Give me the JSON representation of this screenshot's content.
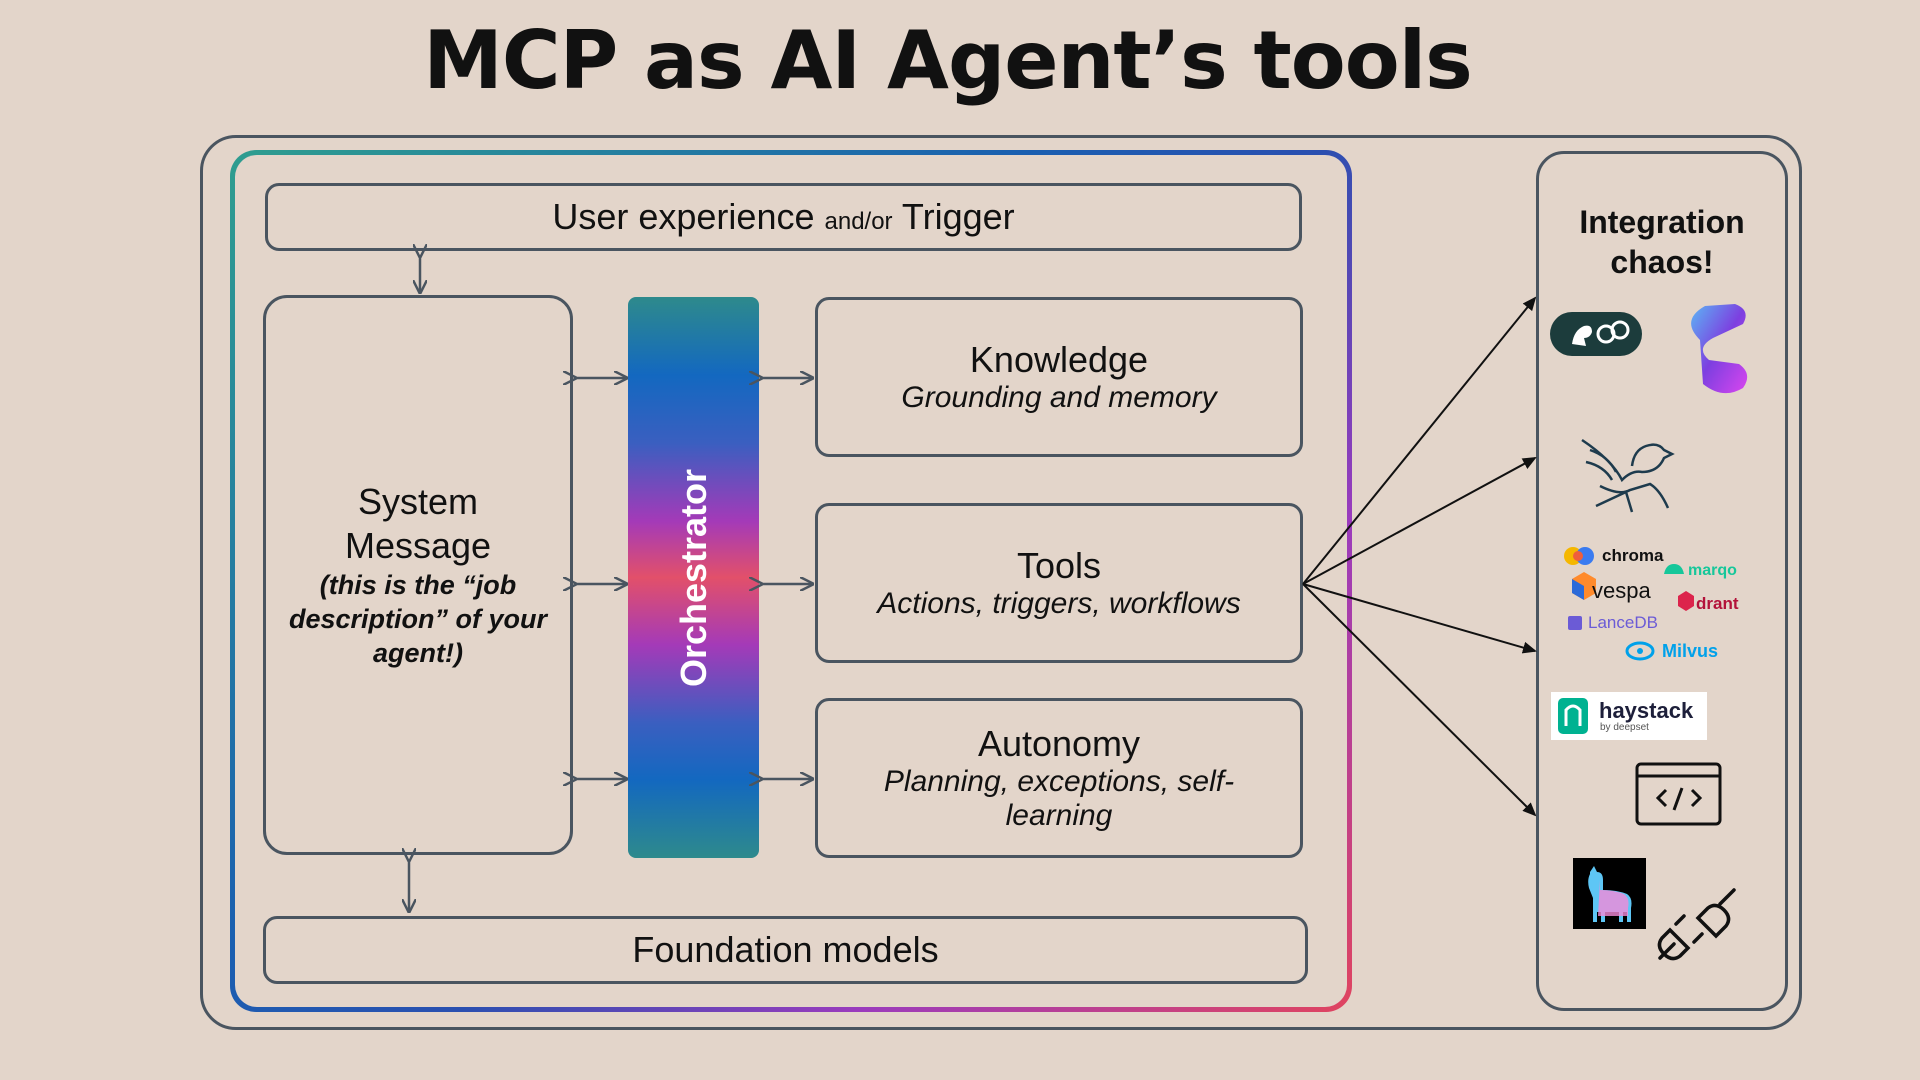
{
  "title": "MCP as AI Agent’s tools",
  "ux": {
    "main_a": "User experience",
    "small": "and/or",
    "main_b": "Trigger"
  },
  "system": {
    "title": "System Message",
    "note": "(this is the “job description” of your agent!)"
  },
  "orchestrator": "Orchestrator",
  "knowledge": {
    "title": "Knowledge",
    "subtitle": "Grounding and memory"
  },
  "tools": {
    "title": "Tools",
    "subtitle": "Actions, triggers, workflows"
  },
  "autonomy": {
    "title": "Autonomy",
    "subtitle": "Planning, exceptions, self-learning"
  },
  "foundation": "Foundation models",
  "integration": {
    "title": "Integration chaos!",
    "logos": {
      "chroma": "chroma",
      "marqo": "marqo",
      "vespa": "vespa",
      "qdrant": "drant",
      "lancedb": "LanceDB",
      "milvus": "Milvus",
      "haystack": "haystack",
      "haystack_sub": "by deepset"
    },
    "icon_names": [
      "langchain-icon",
      "semantic-kernel-icon",
      "bird-icon",
      "code-window-icon",
      "llama-icon",
      "plug-icon"
    ]
  },
  "colors": {
    "background": "#e3d5ca",
    "border": "#4a5560",
    "accent_teal": "#2f9e8f",
    "accent_blue": "#1368c0",
    "accent_purple": "#a43ab8",
    "accent_red": "#e2506a"
  }
}
